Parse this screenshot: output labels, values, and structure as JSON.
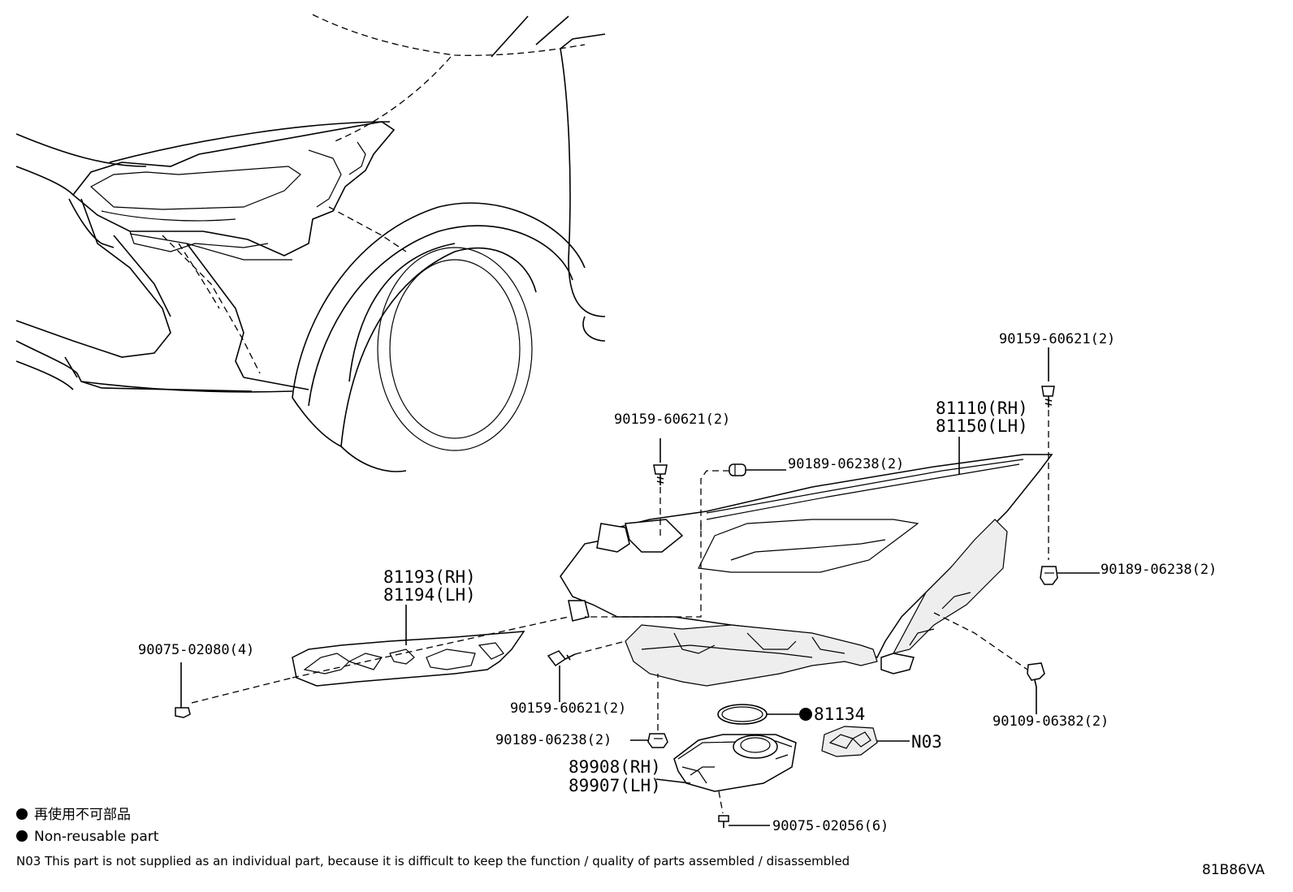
{
  "callouts": {
    "headlamp_rh": "81110(RH)",
    "headlamp_lh": "81150(LH)",
    "bracket_rh": "81193(RH)",
    "bracket_lh": "81194(LH)",
    "screw_top_right": "90159-60621(2)",
    "screw_top_center": "90159-60621(2)",
    "screw_lower_center": "90159-60621(2)",
    "nut_top": "90189-06238(2)",
    "nut_right": "90189-06238(2)",
    "nut_bottom": "90189-06238(2)",
    "bolt_right": "90109-06382(2)",
    "screw_bracket": "90075-02080(4)",
    "screw_computer": "90075-02056(6)",
    "gasket": "81134",
    "n03_part": "N03",
    "computer_rh": "89908(RH)",
    "computer_lh": "89907(LH)"
  },
  "legend": {
    "non_reusable_jp": "再使用不可部品",
    "non_reusable_en": "Non-reusable part"
  },
  "note": "N03 This part is not supplied as an individual part, because it is difficult to keep the function / quality of parts assembled / disassembled",
  "diagram_code": "81B86VA"
}
